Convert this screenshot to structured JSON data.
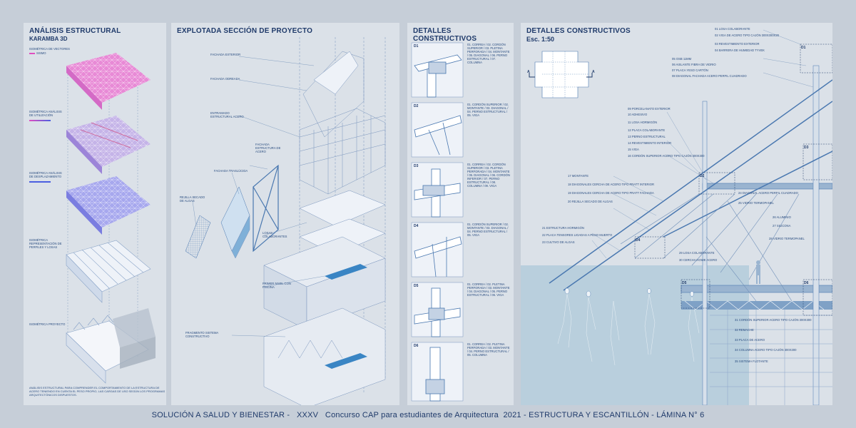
{
  "panels": {
    "analysis": {
      "title": "ANÁLISIS ESTRUCTURAL",
      "subtitle": "KARAMBA 3D",
      "labels": [
        "ISOMÉTRICA DE VECTORES",
        "ISOMÉTRICA ANÁLISIS DE UTILIZACIÓN",
        "ISOMÉTRICA ANÁLISIS DE DESPLAZAMIENTO",
        "ISOMÉTRICA REPRESENTACIÓN DE PERFILES Y LOSAS",
        "ISOMÉTRICA PROYECTO"
      ],
      "legend": "Sismo",
      "note": "ANÁLISIS ESTRUCTURAL PARA COMPRENDER EL COMPORTAMIENTO DE LA ESTRUCTURA DE ACERO TENIENDO EN CUENTA EL PESO PROPIO, LAS CARGAS DE USO SEGÚN LOS PROGRAMAS ARQUITECTÓNICOS DISPUESTOS."
    },
    "exploded": {
      "title": "EXPLOTADA SECCIÓN DE PROYECTO",
      "labels": [
        "FACHADA EXTERIOR",
        "FACHADA ODREADA",
        "ENTRAMADO ESTRUCTURAL ACERO",
        "FACHADA ESTRUCTURA DE ACERO",
        "FACHADA TRASLÚCIDA",
        "REJILLA SECADO DE ALGAS",
        "LOSAS COLABORANTES",
        "PRIMER NIVEL CON PISCINA",
        "FRAGMENTO SISTEMA CONSTRUCTIVO"
      ]
    },
    "details": {
      "title": "DETALLES CONSTRUCTIVOS",
      "items": [
        {
          "id": "D1",
          "specs": "01. CORREA / 02. CORDÓN SUPERIOR / 03. PLETINA PERFORADA / 04. MONTANTE / 05. DIAGONAL / 06. PERNO ESTRUCTURAL / 07. COLUMNA"
        },
        {
          "id": "D2",
          "specs": "01. CORDÓN SUPERIOR / 02. MONTANTE / 03. DIAGONAL / 04. PERNO ESTRUCTURAL / 05. VIGA"
        },
        {
          "id": "D3",
          "specs": "01. CORREA / 02. CORDÓN SUPERIOR / 03. PLETINA PERFORADA / 04. MONTANTE / 05. DIAGONAL / 06. CORDÓN INFERIOR / 07. PERNO ESTRUCTURAL / 08. COLUMNA / 09. VIGA"
        },
        {
          "id": "D4",
          "specs": "01. CORDÓN SUPERIOR / 02. MONTANTE / 03. DIAGONAL / 04. PERNO ESTRUCTURAL / 05. VIGA"
        },
        {
          "id": "D5",
          "specs": "01. CORREA / 02. PLETINA PERFORADA / 03. MONTANTE / 04. DIAGONAL / 05. PERNO ESTRUCTURAL / 06. VIGA"
        },
        {
          "id": "D6",
          "specs": "01. CORREA / 02. PLETINA PERFORADA / 03. MONTANTE / 04. PERNO ESTRUCTURAL / 05. COLUMNA"
        }
      ]
    },
    "section": {
      "title": "DETALLES CONSTRUCTIVOS",
      "scale": "Esc. 1:50",
      "cut_mark": "A",
      "labels_top": [
        "01 LOSA COLABORANTE",
        "02 VIGA DE ACERO TIPO CAJÓN 300X300X20",
        "03 REVESTIMIENTO EXTERIOR",
        "04 BARRERA DE HUMEDAD TYVEK",
        "05 OSB 11mm",
        "06 AISLANTE FIBRA DE VIDRIO",
        "07 PLACA YESO CARTÓN",
        "08 DIAGONAL FACHADA ACERO PERFIL CUADRADO"
      ],
      "labels_mid": [
        "09 PORCELANATO EXTERIOR",
        "10 ADHESIVO",
        "11 LOSA HORMIGÓN",
        "12 PLACA COLABORANTE",
        "13 PERNO ESTRUCTURAL",
        "14 REVESTIMIENTO INTERIOR",
        "15 VIGA",
        "16 CORDÓN SUPERIOR ACERO TIPO CAJÓN 300X300"
      ],
      "labels_lower": [
        "17 MONTANTE",
        "18 DIAGONALES CERCHA DE ACERO TIPO PRATT INTERIOR",
        "19 DIAGONALES CERCHA DE ACERO TIPO PRATT FACHADA",
        "20 REJILLA SECADO DE ALGAS",
        "21 ESTRUCTURA HORMIGÓN",
        "22 PLACA TENSORES LIGADAS A PESO MUERTO",
        "23 CULTIVO DE ALGAS",
        "24 DIAGONAL ACERO PERFIL CUADRADO",
        "25 VIDRIO TERMOPANEL",
        "26 ALUMINIO",
        "27 SILICONA",
        "28 VIDRIO TERMOPANEL",
        "29 LOSA COLABORANTE",
        "30 CERCHA HOWE ACERO"
      ],
      "labels_bottom": [
        "31 CORDÓN SUPERIOR ACERO TIPO CAJÓN 300X300",
        "32 REMACHE",
        "33 PLACA DE ACERO",
        "34 COLUMNA ACERO TIPO CAJÓN 300X300",
        "35 SISTEMA FLOTANTE"
      ],
      "callouts": [
        "D1",
        "D2",
        "D3",
        "D4",
        "D5",
        "D6"
      ]
    }
  },
  "footer": "SOLUCIÓN A SALUD Y BIENESTAR -   XXXV   Concurso CAP para estudiantes de Arquitectura  2021 - ESTRUCTURA Y ESCANTILLÓN - LÁMINA N° 6",
  "colors": {
    "ink": "#1f3a6a",
    "line": "#4a78b0",
    "water": "#b9cfdd",
    "magenta": "#e04ec0",
    "blue": "#4a5ee0"
  }
}
